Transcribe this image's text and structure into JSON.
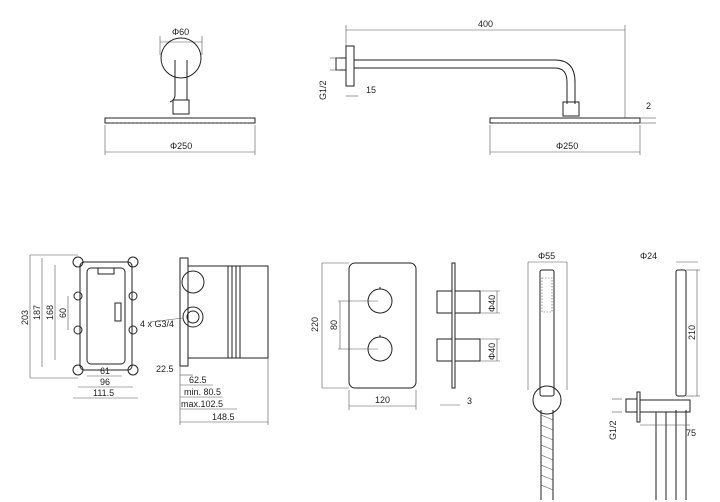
{
  "head_front": {
    "diameter_arm": "Φ60",
    "diameter_head": "Φ250"
  },
  "head_side": {
    "arm_length": "400",
    "thread": "G1/2",
    "flange": "15",
    "thickness": "2",
    "diameter_head": "Φ250"
  },
  "box_front": {
    "h1": "203",
    "h2": "187",
    "h3": "168",
    "h4": "60",
    "w1": "61",
    "w2": "96",
    "w3": "111.5"
  },
  "box_side": {
    "inlets": "4 x G3/4",
    "d1": "22.5",
    "d2": "62.5",
    "d3": "min. 80.5",
    "d4": "max.102.5",
    "d5": "148.5"
  },
  "plate": {
    "height": "220",
    "spacing": "80",
    "width": "120"
  },
  "plate_side": {
    "knob1": "Φ40",
    "knob2": "Φ40",
    "thickness": "3"
  },
  "handshower_front": {
    "diameter": "Φ55"
  },
  "handshower_side": {
    "diameter": "Φ24",
    "length": "210",
    "thread": "G1/2",
    "depth": "75"
  }
}
